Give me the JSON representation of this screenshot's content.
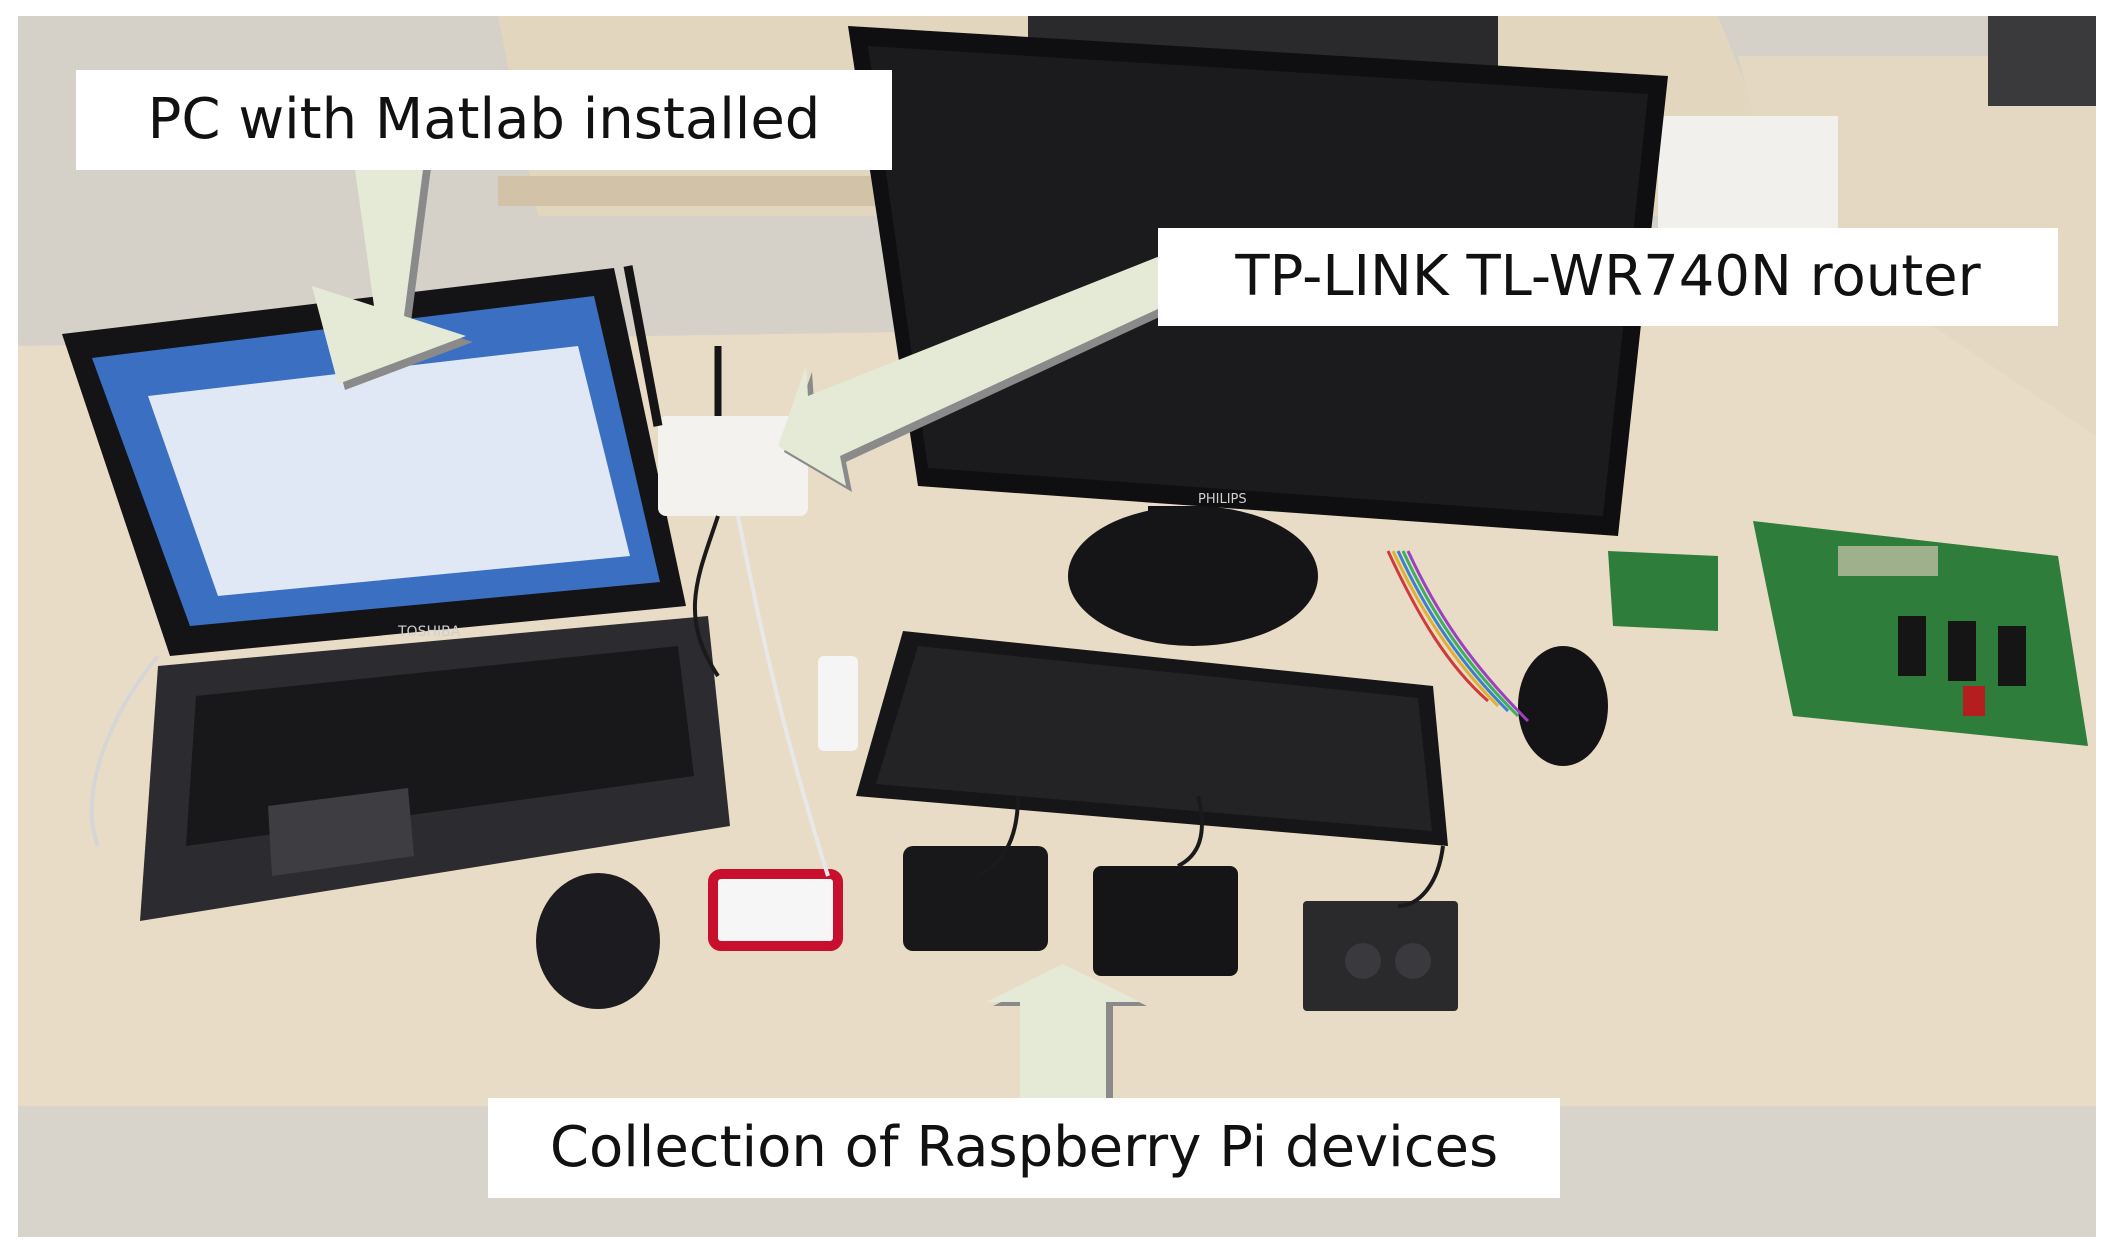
{
  "figure": {
    "labels": {
      "pc": "PC with Matlab installed",
      "router": "TP-LINK TL-WR740N router",
      "raspberry_pi": "Collection of Raspberry Pi devices"
    },
    "device_brand_marks": {
      "laptop": "TOSHIBA",
      "monitor": "PHILIPS"
    },
    "colors": {
      "arrow_fill": "#e4ead6",
      "arrow_shadow": "#8a8a8a",
      "desk": "#e9dcc6",
      "floor": "#d8d3ca",
      "device_black": "#1b1b1d",
      "pcb_green": "#2f7d3a"
    }
  }
}
